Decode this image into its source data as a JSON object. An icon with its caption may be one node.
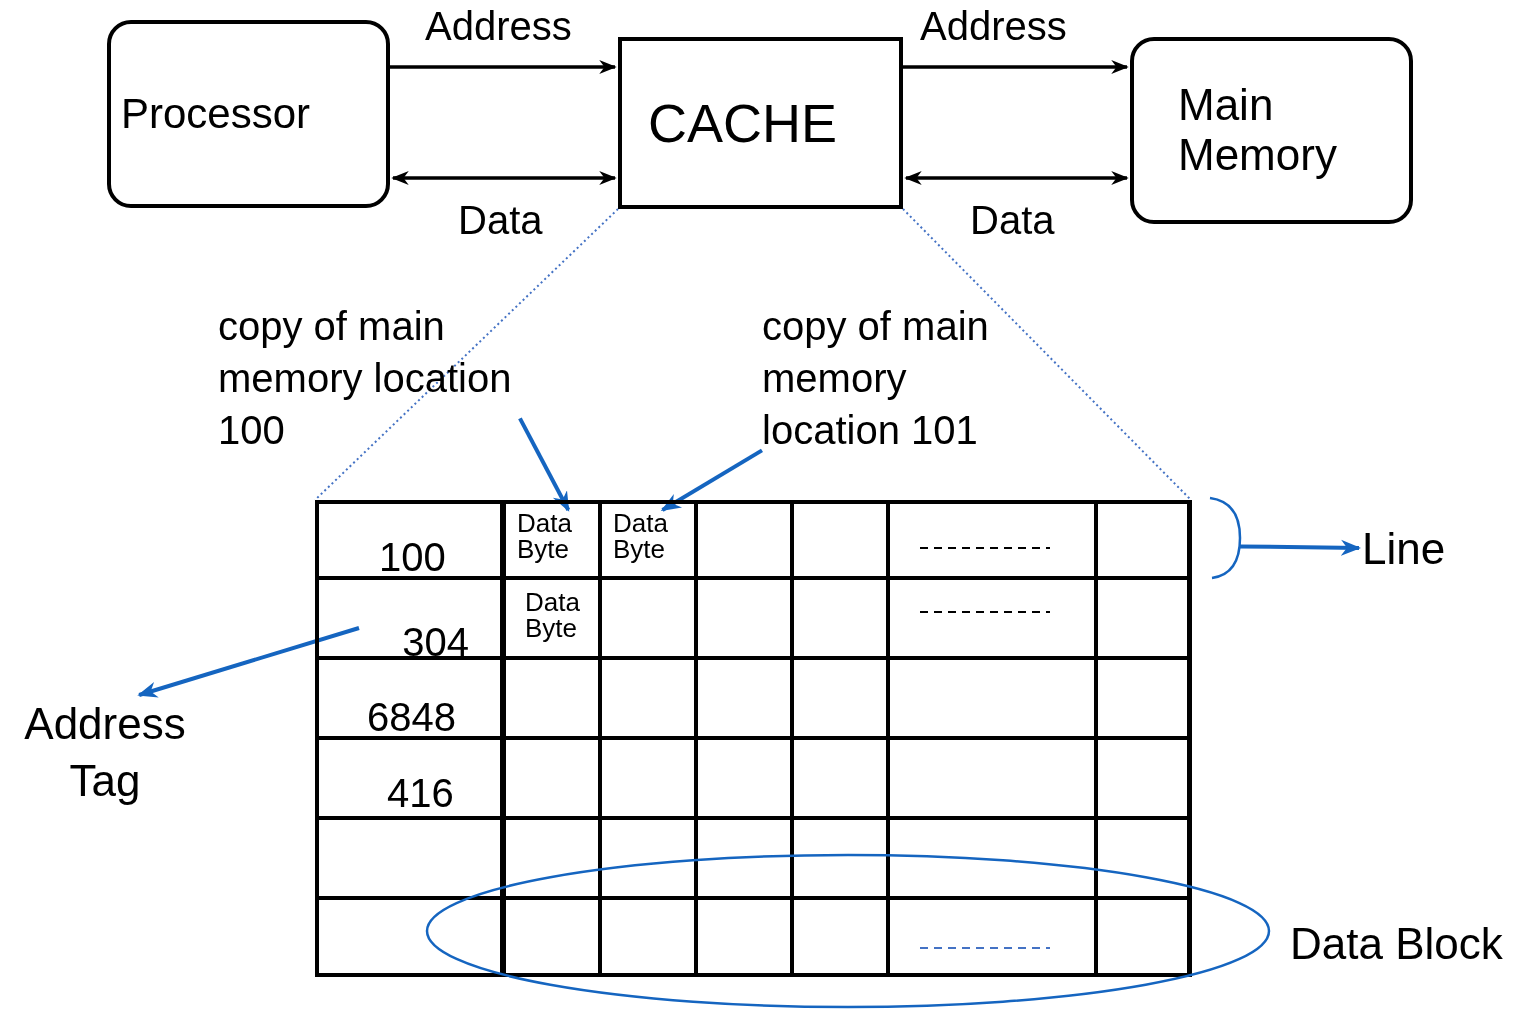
{
  "diagram": {
    "nodes": [
      {
        "text": [
          "Processor"
        ]
      },
      {
        "text": [
          "CACHE"
        ]
      },
      {
        "text": [
          "Main Memory"
        ]
      },
      {
        "text": [
          "copy of main memory location 100"
        ]
      },
      {
        "text": [
          "copy of main memory location 101"
        ]
      },
      {
        "text": [],
        "shape": "box"
      },
      {
        "text": [
          "Data Byte"
        ],
        "in": 5
      },
      {
        "text": [
          "Data Byte"
        ],
        "in": 5
      },
      {
        "text": [
          "304"
        ],
        "in": 5
      },
      {
        "text": [
          "Address Tag"
        ]
      },
      {
        "text": [
          "Line"
        ]
      },
      {
        "text": [
          "Data Block"
        ]
      },
      {
        "text": [],
        "shape": "bracket"
      }
    ],
    "edges": [
      {
        "from": 0,
        "to": 1,
        "arrow": "to",
        "label": "Address"
      },
      {
        "from": 0,
        "to": 1,
        "arrow": "both",
        "label": "Data"
      },
      {
        "from": 1,
        "to": 2,
        "arrow": "to",
        "label": "Address"
      },
      {
        "from": 1,
        "to": 2,
        "arrow": "both",
        "label": "Data"
      },
      {
        "from": 1,
        "to": 5,
        "arrow": "none",
        "style": "dashed",
        "color": "#4472c4"
      },
      {
        "from": 1,
        "to": 5,
        "arrow": "none",
        "style": "dashed",
        "color": "#4472c4"
      },
      {
        "from": 3,
        "to": 6,
        "arrow": "to",
        "color": "#1565c0"
      },
      {
        "from": 4,
        "to": 7,
        "arrow": "to",
        "color": "#1565c0"
      },
      {
        "from": 8,
        "to": 9,
        "arrow": "to",
        "color": "#1565c0"
      },
      {
        "from": 12,
        "to": 10,
        "arrow": "to",
        "color": "#1565c0"
      }
    ],
    "labels": [
      "100",
      "Data Byte",
      "6848",
      "416"
    ]
  }
}
